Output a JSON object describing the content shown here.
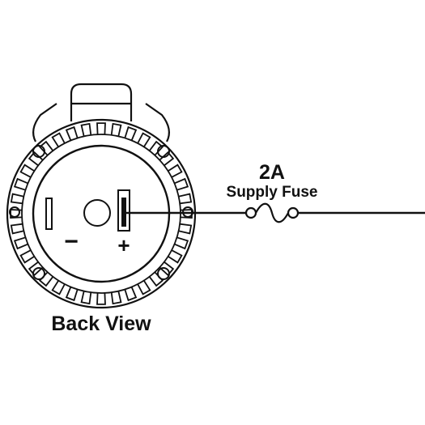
{
  "labels": {
    "fuse_rating": "2A",
    "fuse_name": "Supply Fuse",
    "view_caption": "Back View"
  },
  "terminals": {
    "negative_symbol": "−",
    "positive_symbol": "+"
  },
  "colors": {
    "line": "#111111",
    "background": "#ffffff"
  }
}
